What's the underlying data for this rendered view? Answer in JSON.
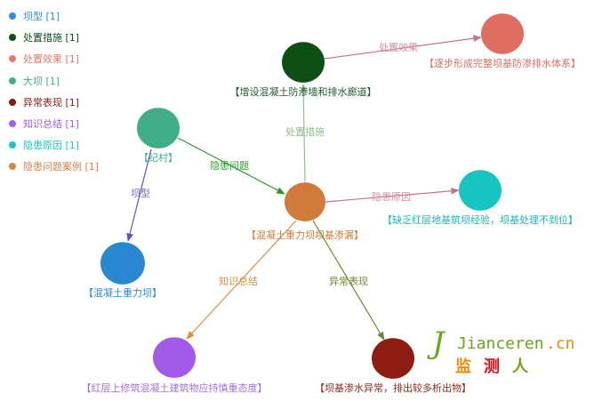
{
  "legend": [
    {
      "label": "坝型 [1]",
      "color": "#2a8fd6"
    },
    {
      "label": "处置措施 [1]",
      "color": "#0b4d12"
    },
    {
      "label": "处置效果 [1]",
      "color": "#e8766a"
    },
    {
      "label": "大坝 [1]",
      "color": "#3fb08a"
    },
    {
      "label": "异常表现 [1]",
      "color": "#8a1a10"
    },
    {
      "label": "知识总结 [1]",
      "color": "#a55cf0"
    },
    {
      "label": "隐患原因 [1]",
      "color": "#19c7c7"
    },
    {
      "label": "隐患问题案例 [1]",
      "color": "#d98245"
    }
  ],
  "nodes": {
    "measure": {
      "label": "【增设混凝土防渗墙和排水廊道】",
      "color": "#0b5012",
      "text": "#1f5a2a"
    },
    "effect": {
      "label": "【逐步形成完整坝基防渗排水体系】",
      "color": "#e06e60",
      "text": "#e06e60"
    },
    "dam": {
      "label": "【纪村】",
      "color": "#3fae88",
      "text": "#3fae88"
    },
    "case": {
      "label": "【混凝土重力坝坝基渗漏】",
      "color": "#d07a3c",
      "text": "#d07a3c"
    },
    "cause": {
      "label": "【缺乏红层地基筑坝经验，坝基处理不到位】",
      "color": "#16c4c2",
      "text": "#16b8c0"
    },
    "type": {
      "label": "【混凝土重力坝】",
      "color": "#2a88d0",
      "text": "#2a88d0"
    },
    "knowledge": {
      "label": "【红层上修筑混凝土建筑物应持慎重态度】",
      "color": "#a35ae8",
      "text": "#a070e0"
    },
    "anomaly": {
      "label": "【坝基渗水异常，排出较多析出物】",
      "color": "#8e1c10",
      "text": "#8e2a20"
    }
  },
  "edges": {
    "e1": "处置措施",
    "e2": "处置效果",
    "e3": "隐患问题",
    "e4": "坝型",
    "e5": "隐患原因",
    "e6": "知识总结",
    "e7": "异常表现"
  },
  "watermark": {
    "brand": "Jianceren",
    "domain": ".cn",
    "cn": "监测人"
  }
}
